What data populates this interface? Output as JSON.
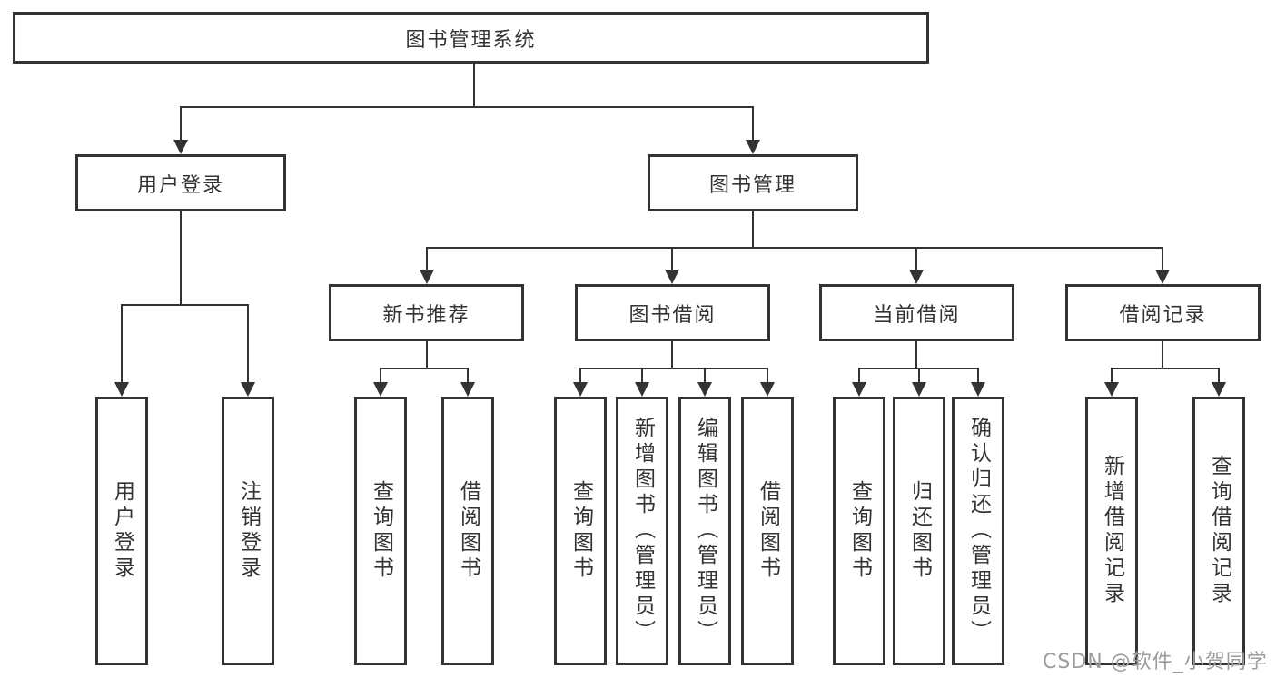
{
  "diagram": {
    "root": {
      "label": "图书管理系统"
    },
    "level1": [
      {
        "label": "用户登录"
      },
      {
        "label": "图书管理"
      }
    ],
    "level2": [
      {
        "label": "新书推荐"
      },
      {
        "label": "图书借阅"
      },
      {
        "label": "当前借阅"
      },
      {
        "label": "借阅记录"
      }
    ],
    "leaves": {
      "login": [
        "用户登录",
        "注销登录"
      ],
      "recommend": [
        "查询图书",
        "借阅图书"
      ],
      "borrow": [
        "查询图书",
        "新增图书（管理员）",
        "编辑图书（管理员）",
        "借阅图书"
      ],
      "current": [
        "查询图书",
        "归还图书",
        "确认归还（管理员）"
      ],
      "records": [
        "新增借阅记录",
        "查询借阅记录"
      ]
    },
    "colors": {
      "line": "#333333",
      "text": "#333333",
      "background": "#ffffff",
      "watermark": "#9c9c9c"
    },
    "watermark": "CSDN @软件_小贺同学"
  }
}
